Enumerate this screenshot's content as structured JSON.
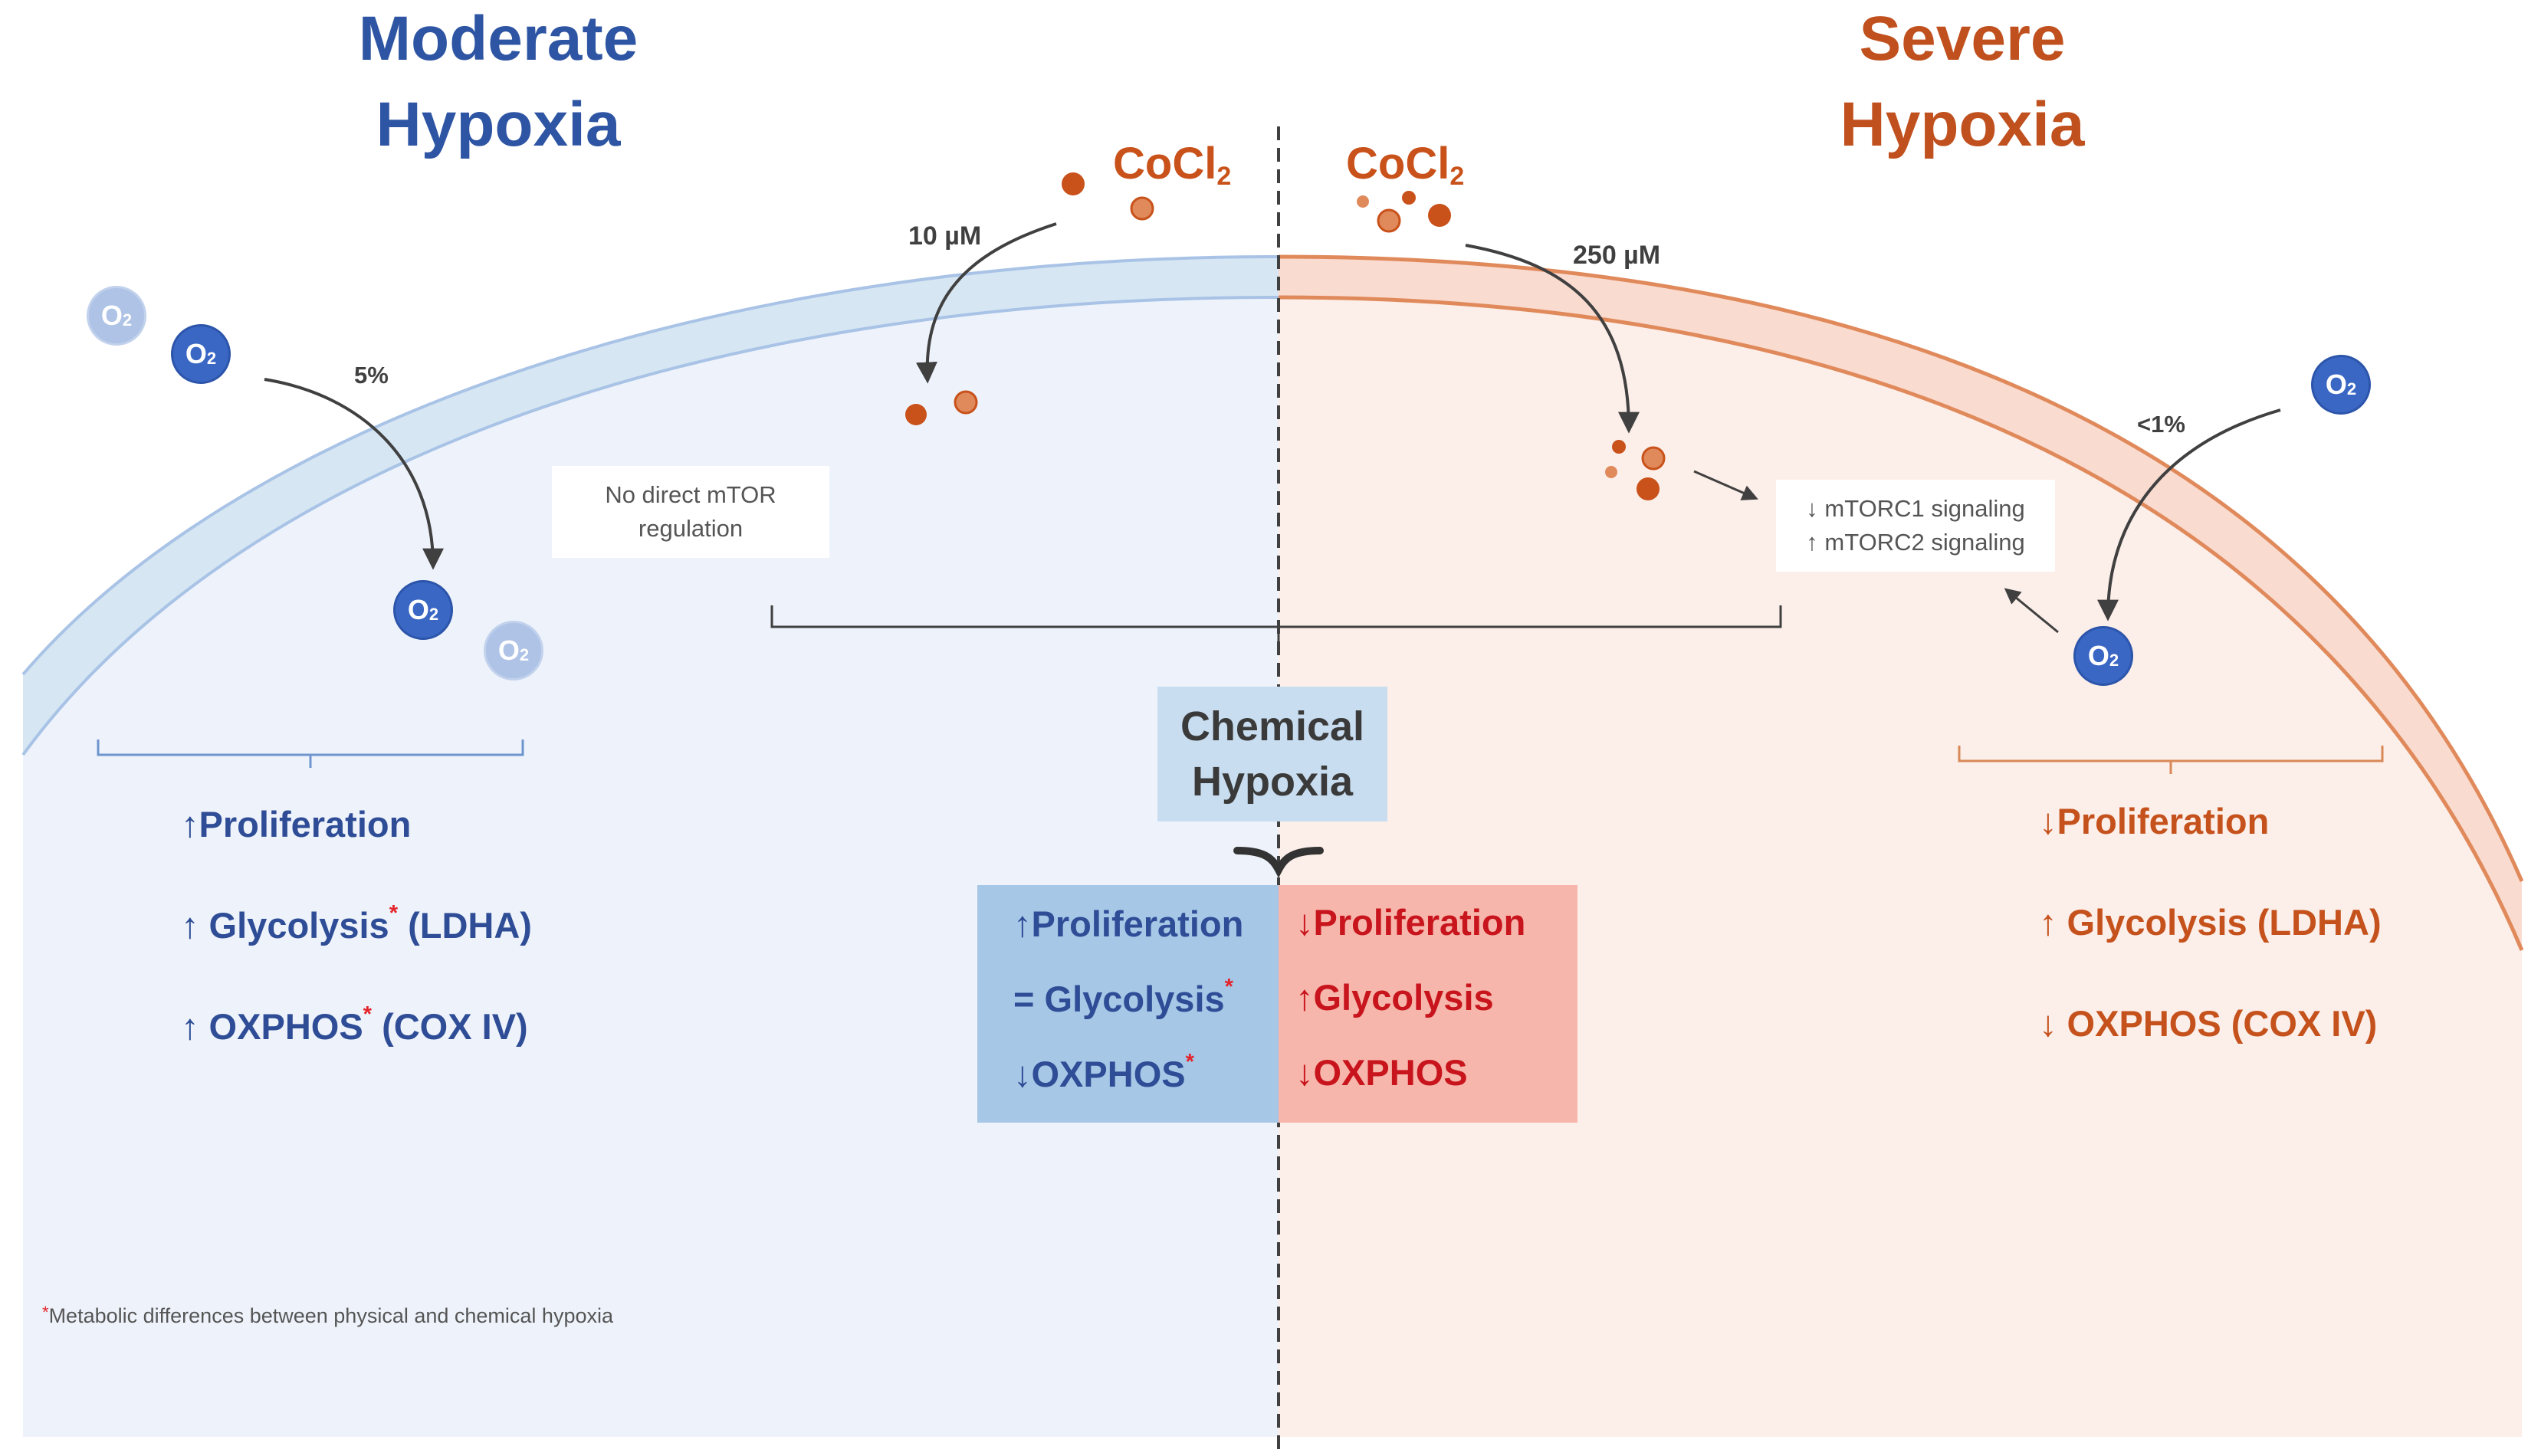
{
  "titles": {
    "moderate": [
      "Moderate",
      "Hypoxia"
    ],
    "severe": [
      "Severe",
      "Hypoxia"
    ]
  },
  "cocl2": {
    "left": {
      "main": "CoCl",
      "sub": "2",
      "dose": "10 µM"
    },
    "right": {
      "main": "CoCl",
      "sub": "2",
      "dose": "250 µM"
    }
  },
  "oxygen": {
    "main": "O",
    "sub": "2",
    "moderate_level": "5%",
    "severe_level": "<1%"
  },
  "notes": {
    "no_mtor": [
      "No direct mTOR",
      "regulation"
    ],
    "mtorc": [
      "↓ mTORC1 signaling",
      "↑ mTORC2 signaling"
    ]
  },
  "chemical_hypoxia": [
    "Chemical",
    "Hypoxia"
  ],
  "moderate_results": [
    {
      "text": "↑Proliferation",
      "suffix": ""
    },
    {
      "text": "↑ Glycolysis",
      "star": "*",
      "suffix": " (LDHA)"
    },
    {
      "text": "↑ OXPHOS",
      "star": "*",
      "suffix": " (COX IV)"
    }
  ],
  "chemical_moderate_results": [
    {
      "text": "↑Proliferation",
      "star": ""
    },
    {
      "text": "= Glycolysis",
      "star": "*"
    },
    {
      "text": "↓OXPHOS",
      "star": "*"
    }
  ],
  "chemical_severe_results": [
    "↓Proliferation",
    "↑Glycolysis",
    "↓OXPHOS"
  ],
  "severe_results": [
    "↓Proliferation",
    "↑ Glycolysis (LDHA)",
    "↓ OXPHOS (COX IV)"
  ],
  "footnote": {
    "star": "*",
    "text": "Metabolic differences between physical and chemical hypoxia"
  },
  "colors": {
    "moderate_bg": "#eef3fb",
    "severe_bg": "#fceee9",
    "moderate_membrane": "#d6e6f3",
    "severe_membrane": "#fadbd0",
    "moderate_title": "#2e55a3",
    "severe_title": "#c0501e",
    "cobalt": "#c9511a"
  }
}
